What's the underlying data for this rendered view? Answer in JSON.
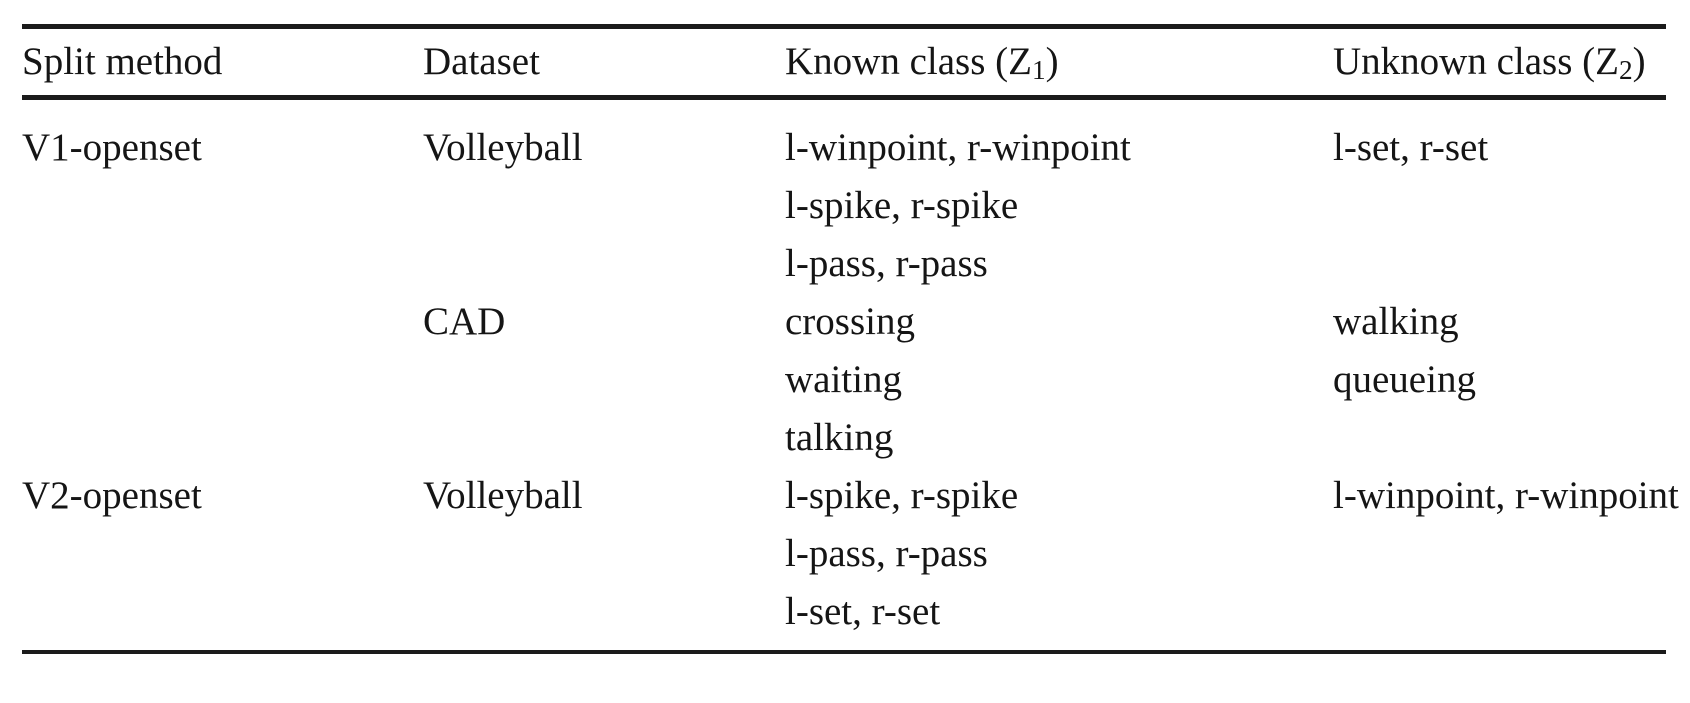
{
  "figure": {
    "type": "table",
    "colors": {
      "background": "#ffffff",
      "text": "#151515",
      "rule": "#1b1b1b"
    }
  },
  "table": {
    "headers": [
      {
        "text": "Split method"
      },
      {
        "text": "Dataset"
      },
      {
        "pre": "Known class (Z",
        "sub": "1",
        "post": ")"
      },
      {
        "pre": "Unknown class (Z",
        "sub": "2",
        "post": ")"
      }
    ],
    "rows": [
      [
        "V1-openset",
        "Volleyball",
        "l-winpoint, r-winpoint",
        "l-set, r-set"
      ],
      [
        "",
        "",
        "l-spike, r-spike",
        ""
      ],
      [
        "",
        "",
        "l-pass, r-pass",
        ""
      ],
      [
        "",
        "CAD",
        "crossing",
        "walking"
      ],
      [
        "",
        "",
        "waiting",
        "queueing"
      ],
      [
        "",
        "",
        "talking",
        ""
      ],
      [
        "V2-openset",
        "Volleyball",
        "l-spike, r-spike",
        "l-winpoint, r-winpoint"
      ],
      [
        "",
        "",
        "l-pass, r-pass",
        ""
      ],
      [
        "",
        "",
        "l-set, r-set",
        ""
      ]
    ]
  }
}
